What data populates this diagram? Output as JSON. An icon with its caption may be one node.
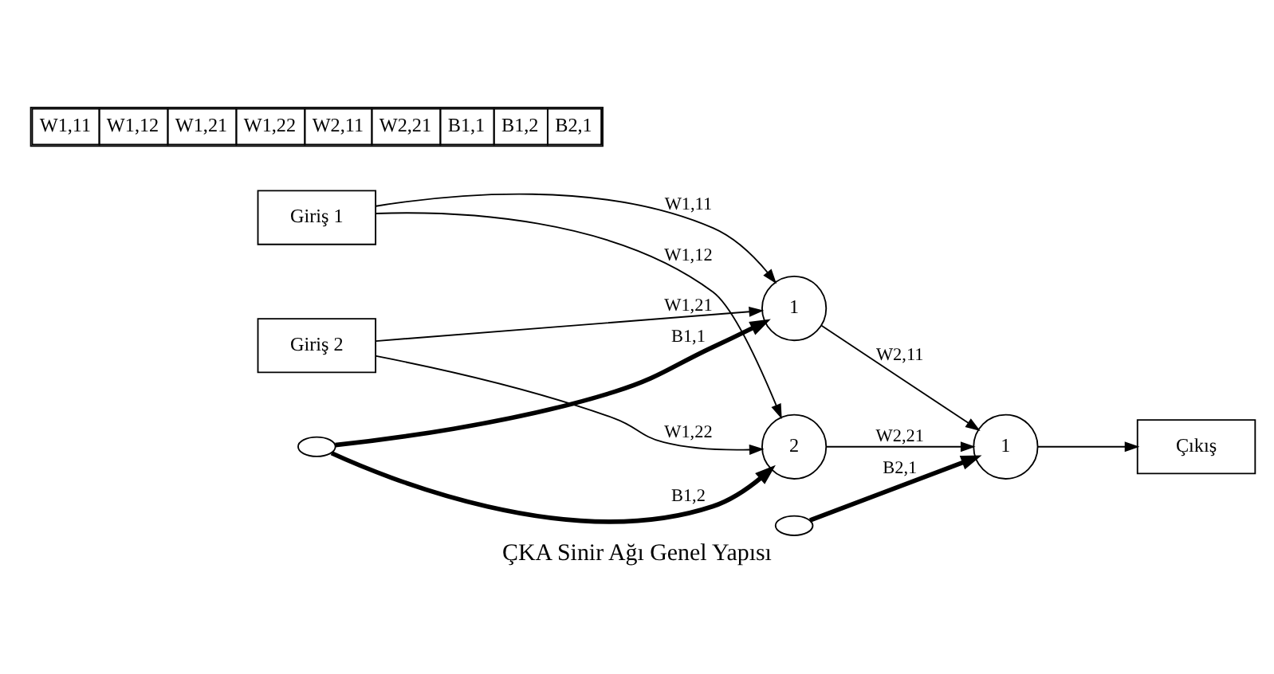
{
  "diagram": {
    "caption": "ÇKA Sinir Ağı Genel Yapısı",
    "nodes": [
      {
        "text": [
          "Giriş 1"
        ]
      },
      {
        "text": [
          "Giriş 2"
        ]
      },
      {
        "text": [
          "1"
        ]
      },
      {
        "text": [
          "2"
        ]
      },
      {
        "text": [
          "1"
        ]
      },
      {
        "text": [
          "Çıkış"
        ]
      },
      {
        "text": [],
        "shape": "ellipse"
      },
      {
        "text": [],
        "shape": "ellipse"
      }
    ],
    "edges": [
      {
        "from": 0,
        "to": 2,
        "arrow": "to",
        "label": "W1,11"
      },
      {
        "from": 0,
        "to": 3,
        "arrow": "to",
        "label": "W1,12"
      },
      {
        "from": 1,
        "to": 2,
        "arrow": "to",
        "label": "W1,21"
      },
      {
        "from": 1,
        "to": 3,
        "arrow": "to",
        "label": "W1,22"
      },
      {
        "from": 6,
        "to": 2,
        "arrow": "to",
        "label": "B1,1",
        "style": "thick"
      },
      {
        "from": 6,
        "to": 3,
        "arrow": "to",
        "label": "B1,2",
        "style": "thick"
      },
      {
        "from": 2,
        "to": 4,
        "arrow": "to",
        "label": "W2,11"
      },
      {
        "from": 3,
        "to": 4,
        "arrow": "to",
        "label": "W2,21"
      },
      {
        "from": 7,
        "to": 4,
        "arrow": "to",
        "label": "B2,1",
        "style": "thick"
      },
      {
        "from": 4,
        "to": 5,
        "arrow": "to"
      }
    ],
    "labels": [
      "W1,11",
      "W1,12",
      "W1,21",
      "W1,22",
      "W2,11",
      "W2,21",
      "B1,1",
      "B1,2",
      "B2,1"
    ]
  }
}
